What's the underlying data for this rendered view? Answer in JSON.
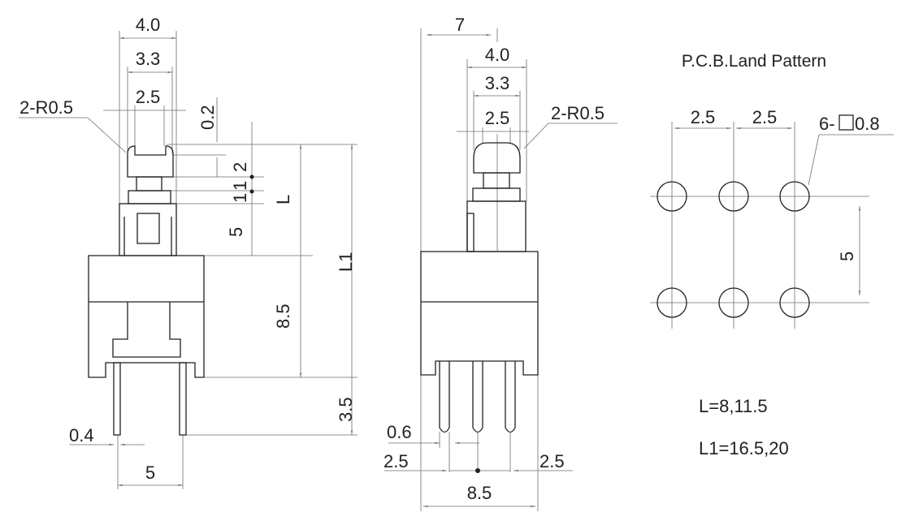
{
  "title": "P.C.B.Land Pattern",
  "side_view": {
    "width_outer": "4.0",
    "width_mid": "3.3",
    "width_inner": "2.5",
    "radius": "2-R0.5",
    "gap": "0.2",
    "cap_height": "2",
    "step1": "1",
    "step2": "1",
    "L": "L",
    "housing_height": "5",
    "L1": "L1",
    "body_height": "8.5",
    "pin_length": "3.5",
    "pin_width": "0.4",
    "pin_pitch": "5"
  },
  "front_view": {
    "offset": "7",
    "width_outer": "4.0",
    "width_mid": "3.3",
    "width_inner": "2.5",
    "radius": "2-R0.5",
    "pin_width": "0.6",
    "pitch_left": "2.5",
    "pitch_right": "2.5",
    "body_width": "8.5"
  },
  "land_pattern": {
    "pitch_x1": "2.5",
    "pitch_x2": "2.5",
    "pad_spec_prefix": "6-",
    "pad_spec_value": "0.8",
    "pitch_y": "5"
  },
  "notes": {
    "L": "L=8,11.5",
    "L1": "L1=16.5,20"
  }
}
